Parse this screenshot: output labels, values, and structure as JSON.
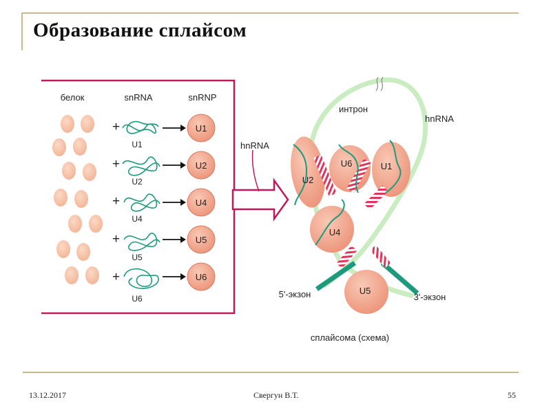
{
  "slide": {
    "title": "Образование сплайсом",
    "date": "13.12.2017",
    "author": "Свергун В.Т.",
    "page": "55"
  },
  "diagram": {
    "headers": {
      "protein": "белок",
      "snrna": "snRNA",
      "snrnp": "snRNP"
    },
    "plus": "+",
    "rows": [
      {
        "snrna": "U1",
        "snrnp": "U1"
      },
      {
        "snrna": "U2",
        "snrnp": "U2"
      },
      {
        "snrna": "U4",
        "snrnp": "U4"
      },
      {
        "snrna": "U5",
        "snrnp": "U5"
      },
      {
        "snrna": "U6",
        "snrnp": "U6"
      }
    ],
    "arrow_label": "hnRNA",
    "right": {
      "intron": "интрон",
      "hnrna": "hnRNA",
      "exon5": "5'-экзон",
      "exon3": "3'-экзон",
      "caption": "сплайсома (схема)",
      "particles": {
        "u2": "U2",
        "u6": "U6",
        "u1": "U1",
        "u4": "U4",
        "u5": "U5"
      }
    },
    "colors": {
      "particle": "#f2a88e",
      "particle_stroke": "#c96a55",
      "protein": "#f6c2a8",
      "frame": "#c2185b",
      "rna_light": "#c9ecc0",
      "rna_dark": "#1d9a7c",
      "hatch": "#e0355a"
    }
  }
}
